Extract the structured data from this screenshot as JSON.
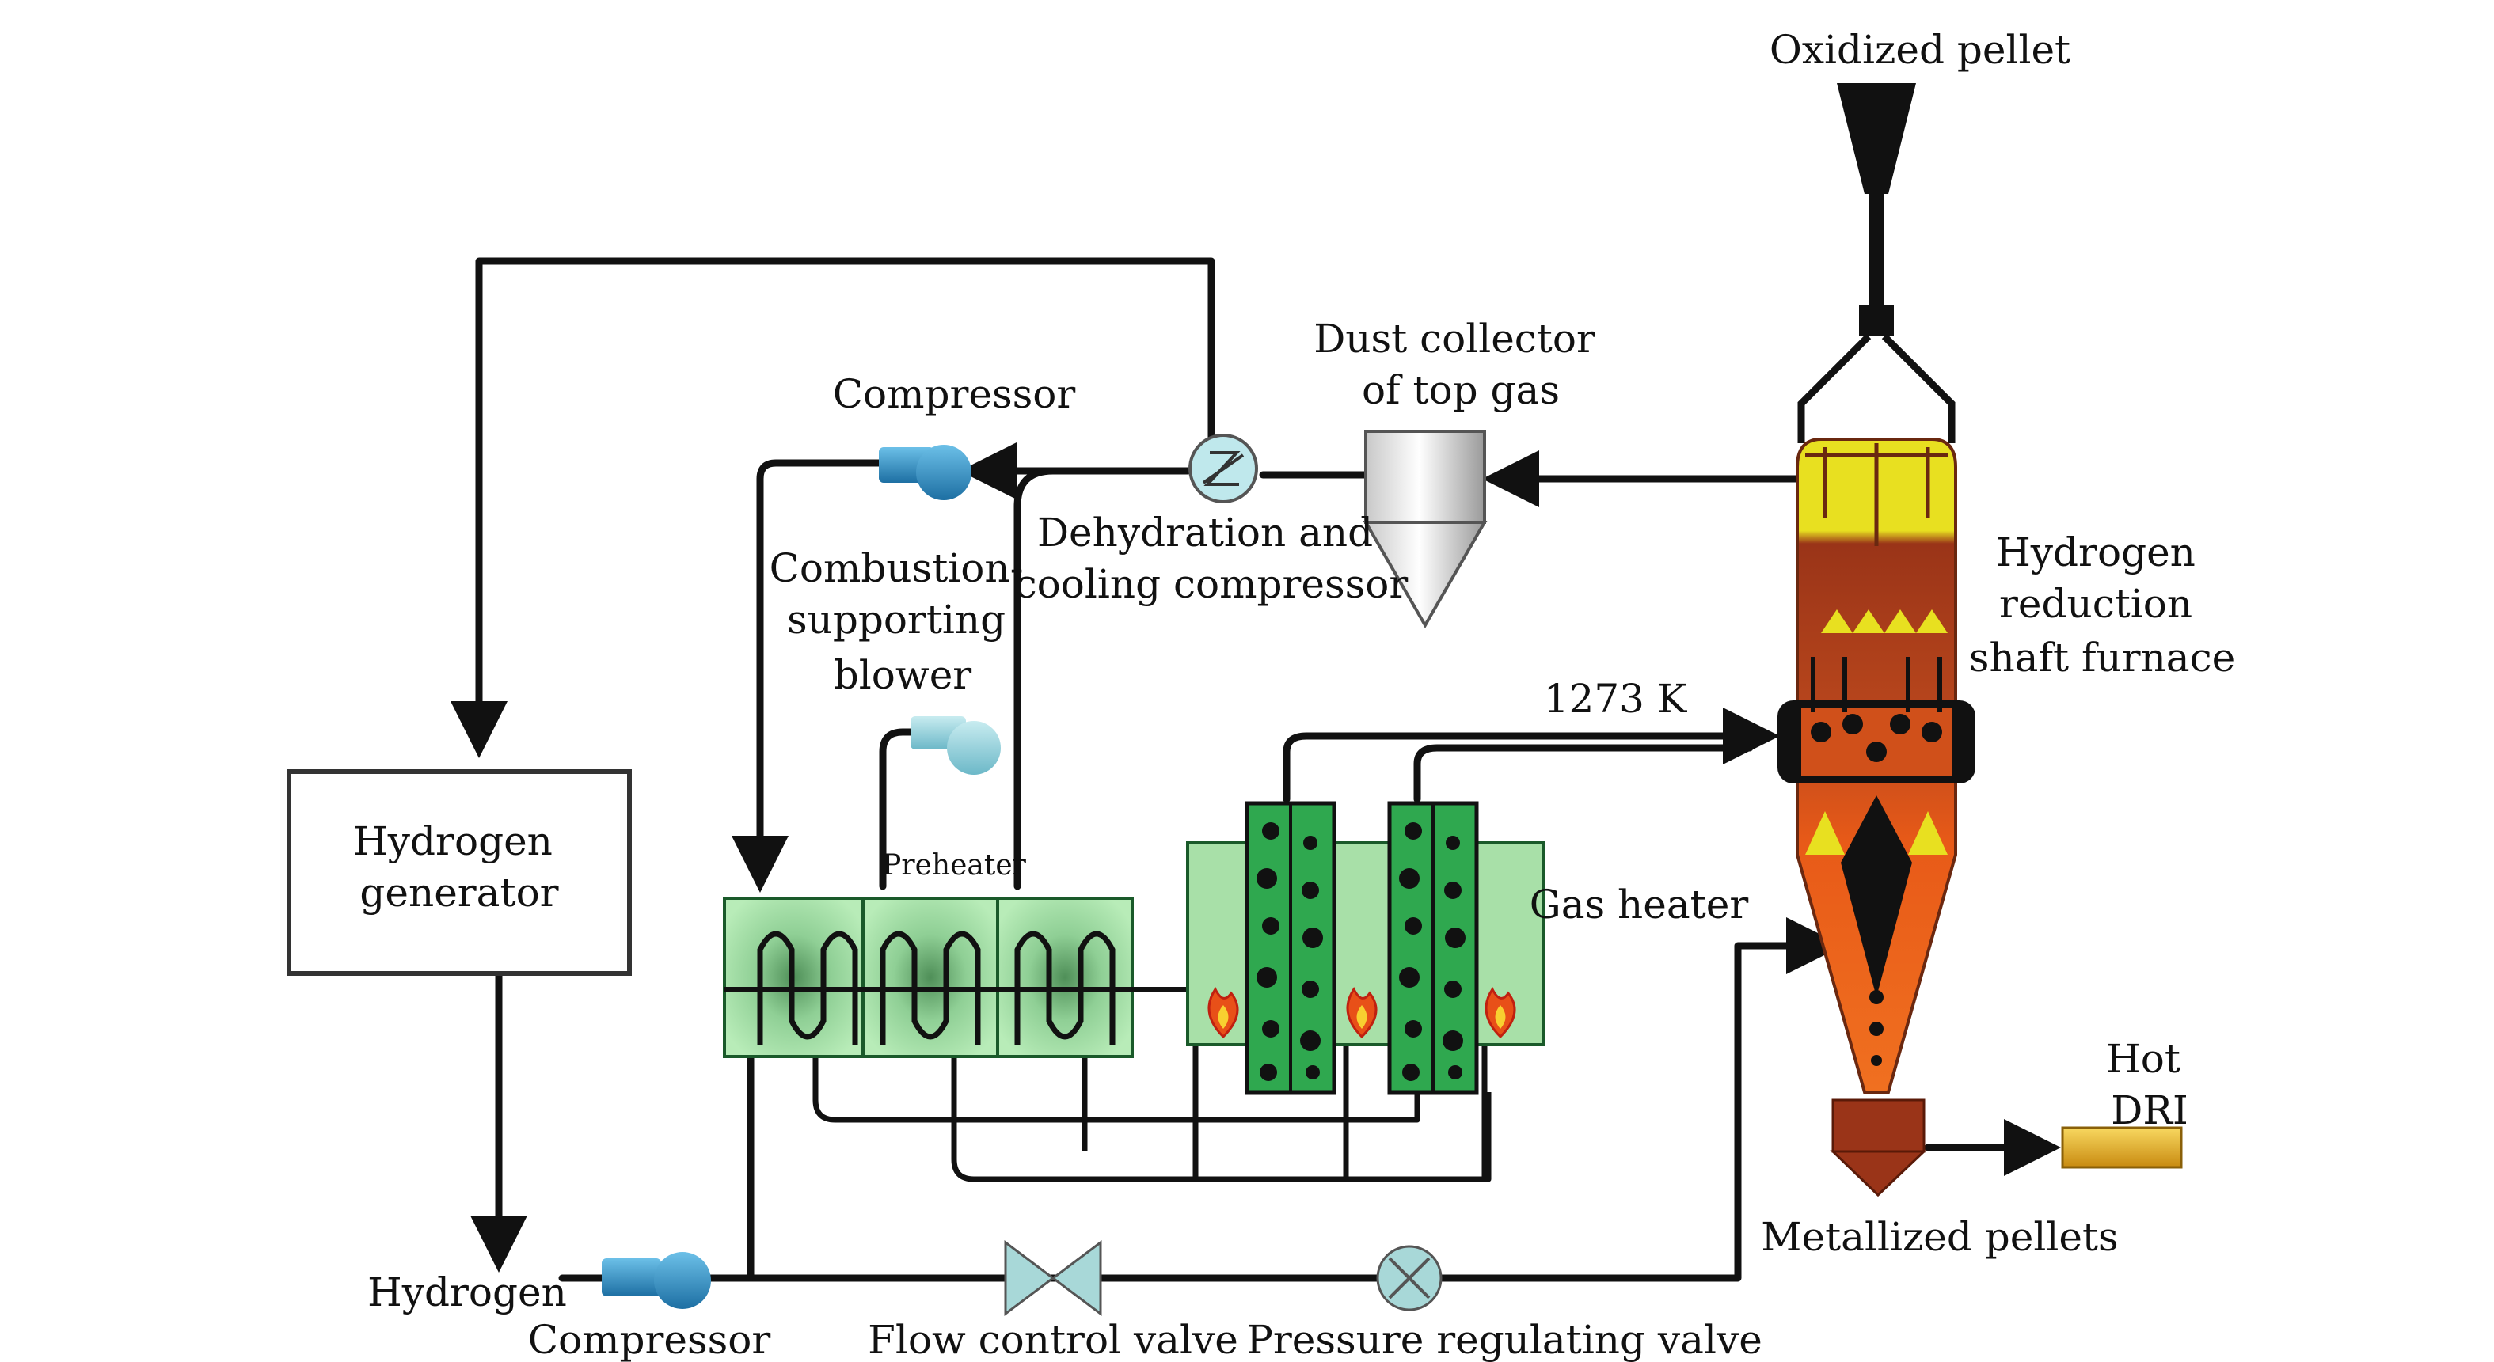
{
  "labels": {
    "oxidized_pellet": "Oxidized pellet",
    "dust_collector": [
      "Dust collector",
      "of  top gas"
    ],
    "compressor_top": "Compressor",
    "dehydration": [
      "Dehydration and",
      "cooling compressor"
    ],
    "combustion_blower": [
      "Combustion-",
      "supporting",
      "blower"
    ],
    "hydrogen_reduction": [
      "Hydrogen",
      "reduction",
      "shaft furnace"
    ],
    "temperature": "1273 K",
    "hydrogen_generator": [
      "Hydrogen",
      "generator"
    ],
    "preheater": "Preheater",
    "gas_heater": "Gas heater",
    "hot_dri": [
      "Hot",
      "DRI"
    ],
    "metallized_pellets": "Metallized pellets",
    "hydrogen": "Hydrogen",
    "compressor_bottom": "Compressor",
    "flow_control_valve": "Flow control valve",
    "pressure_regulating_valve": "Pressure regulating valve"
  },
  "colors": {
    "pipe": "#111111",
    "compressor": "#2a8fc7",
    "exchanger_green": "#a8e0a8",
    "heater_tube": "#2fa84f",
    "furnace_top": "#e8e020",
    "furnace_mid": "#9a3418",
    "furnace_low": "#e85a18",
    "dri_bar": "#e8b020",
    "valve": "#a8d8d8"
  }
}
